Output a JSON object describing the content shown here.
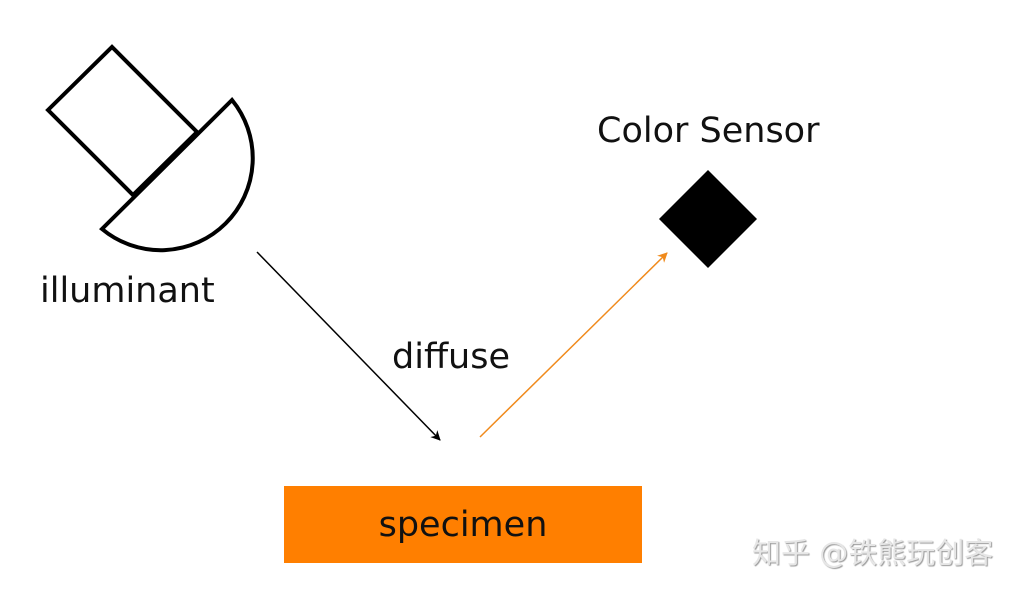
{
  "labels": {
    "illuminant": "illuminant",
    "diffuse": "diffuse",
    "sensor": "Color Sensor",
    "specimen": "specimen"
  },
  "watermark": "知乎 @铁熊玩创客",
  "colors": {
    "specimen": "#FF7F00",
    "reflected_arrow": "#F08A1C",
    "incident_arrow": "#000000",
    "sensor": "#000000"
  }
}
